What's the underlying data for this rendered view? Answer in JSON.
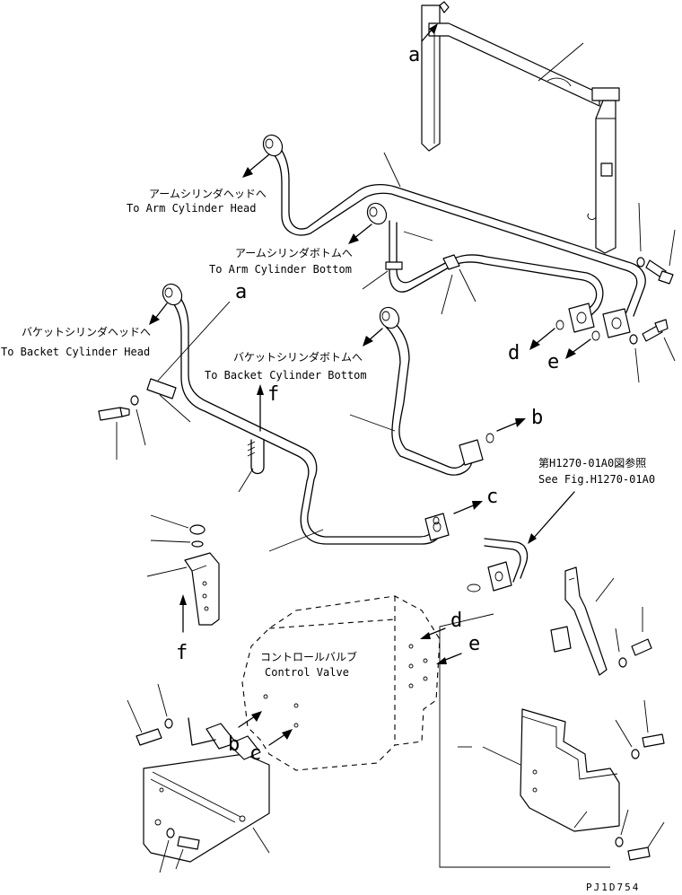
{
  "labels": {
    "arm_head_jp": "アームシリンダヘッドへ",
    "arm_head_en": "To Arm Cylinder Head",
    "arm_bottom_jp": "アームシリンダボトムへ",
    "arm_bottom_en": "To Arm Cylinder Bottom",
    "bucket_head_jp": "バケットシリンダヘッドへ",
    "bucket_head_en": "To Backet Cylinder Head",
    "bucket_bottom_jp": "バケットシリンダボトムへ",
    "bucket_bottom_en": "To Backet Cylinder Bottom",
    "see_fig_jp": "第H1270-01A0図参照",
    "see_fig_en": "See Fig.H1270-01A0",
    "control_valve_jp": "コントロールバルブ",
    "control_valve_en": "Control Valve"
  },
  "callouts": {
    "a_top": "a",
    "a_mid": "a",
    "b_right": "b",
    "b_valve": "b",
    "c_right": "c",
    "c_valve": "c",
    "d_left": "d",
    "d_valve": "d",
    "e_left": "e",
    "e_valve": "e",
    "f_top": "f",
    "f_bottom": "f"
  },
  "drawing_code": "PJ1D754"
}
